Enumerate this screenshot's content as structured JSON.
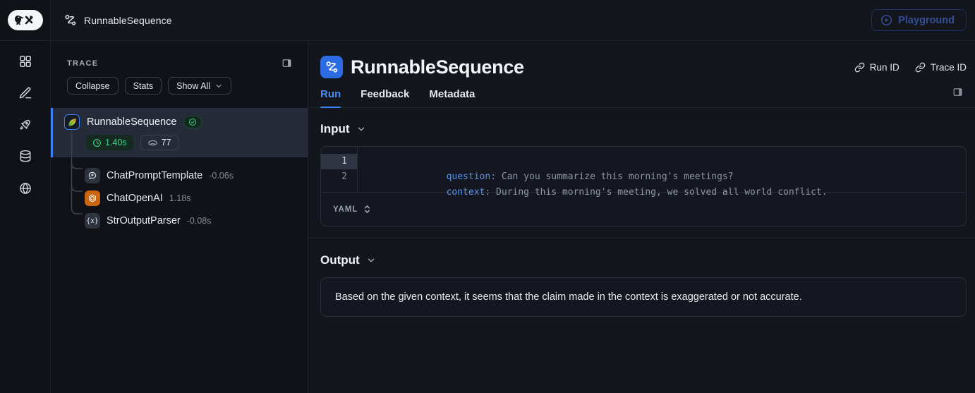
{
  "topbar": {
    "app_title": "RunnableSequence",
    "playground": "Playground"
  },
  "trace": {
    "heading": "TRACE",
    "collapse": "Collapse",
    "stats": "Stats",
    "show_all": "Show All",
    "root": {
      "name": "RunnableSequence",
      "latency": "1.40s",
      "tokens": "77"
    },
    "children": [
      {
        "name": "ChatPromptTemplate",
        "duration": "-0.06s"
      },
      {
        "name": "ChatOpenAI",
        "duration": "1.18s"
      },
      {
        "name": "StrOutputParser",
        "duration": "-0.08s"
      }
    ],
    "parser_glyph": "{x}"
  },
  "main": {
    "title": "RunnableSequence",
    "run_id": "Run ID",
    "trace_id": "Trace ID",
    "tabs": [
      "Run",
      "Feedback",
      "Metadata"
    ],
    "input": {
      "heading": "Input",
      "format": "YAML",
      "lines": [
        {
          "num": "1",
          "key": "question:",
          "value": "Can you summarize this morning's meetings?"
        },
        {
          "num": "2",
          "key": "context:",
          "value": "During this morning's meeting, we solved all world conflict."
        }
      ]
    },
    "output": {
      "heading": "Output",
      "text": "Based on the given context, it seems that the claim made in the context is exaggerated or not accurate."
    }
  },
  "colors": {
    "accent_blue": "#3b82f6",
    "success_green": "#3fd68c",
    "openai_orange": "#c9660f",
    "selected_row_bg": "#252b39"
  }
}
